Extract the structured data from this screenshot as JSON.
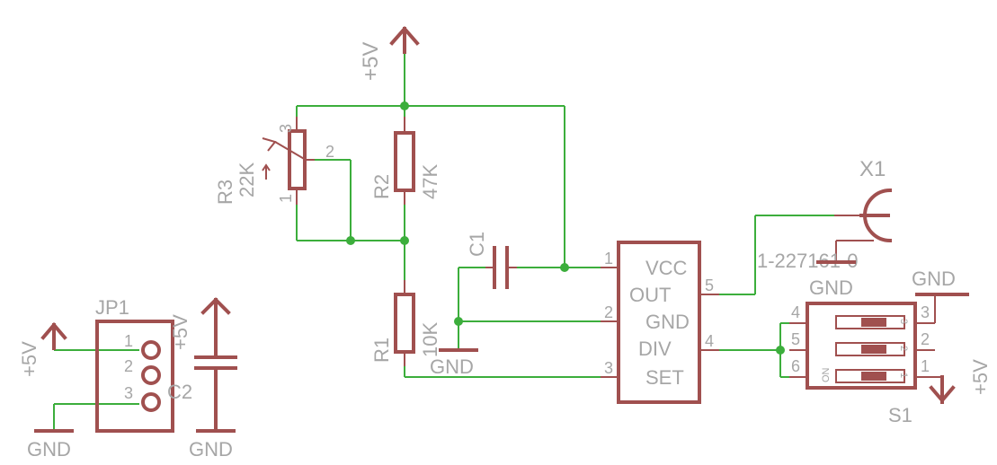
{
  "supplies": {
    "vcc_top": "+5V",
    "vcc_jp1": "+5V",
    "vcc_c2": "+5V",
    "vcc_s1": "+5V",
    "gnd_jp1": "GND",
    "gnd_c2": "GND",
    "gnd_c1": "GND",
    "gnd_x1": "GND",
    "gnd_s1": "GND"
  },
  "r3": {
    "name": "R3",
    "value": "22K",
    "pin1": "1",
    "pin2": "2",
    "pin3": "3"
  },
  "r2": {
    "name": "R2",
    "value": "47K"
  },
  "r1": {
    "name": "R1",
    "value": "10K"
  },
  "c1": {
    "name": "C1"
  },
  "c2": {
    "name": "C2"
  },
  "jp1": {
    "name": "JP1",
    "pin1": "1",
    "pin2": "2",
    "pin3": "3"
  },
  "x1": {
    "name": "X1",
    "value": "1-227161-0"
  },
  "ic": {
    "pins_left": [
      "1",
      "2",
      "3"
    ],
    "pins_right": [
      "5",
      "4"
    ],
    "labels": [
      "VCC",
      "OUT",
      "GND",
      "DIV",
      "SET"
    ]
  },
  "s1": {
    "name": "S1",
    "left_pins": [
      "4",
      "5",
      "6"
    ],
    "right_pins": [
      "3",
      "2",
      "1"
    ],
    "switch_nums": [
      "3",
      "2",
      "1"
    ],
    "on_label": "ON"
  }
}
